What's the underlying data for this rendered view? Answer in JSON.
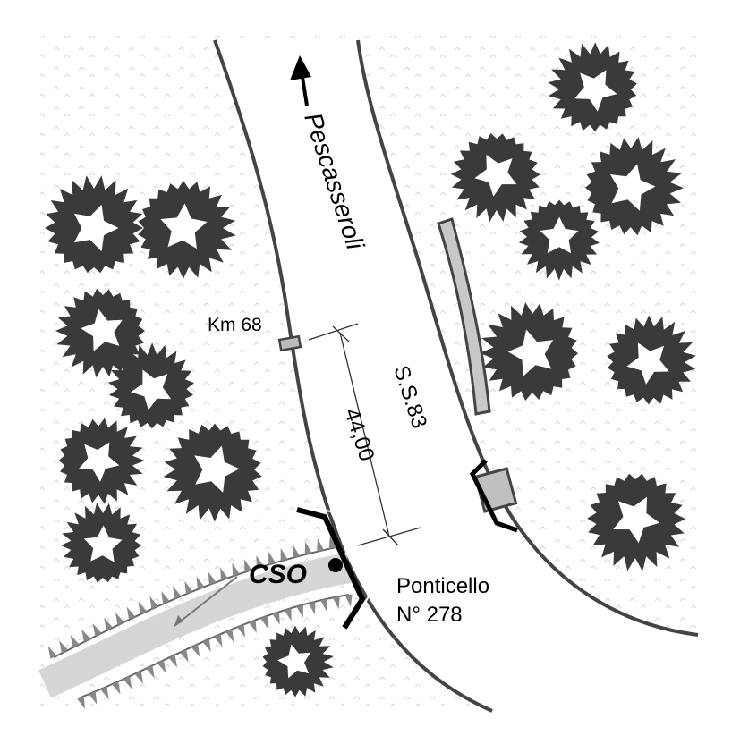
{
  "labels": {
    "direction": "Pescasseroli",
    "km_marker": "Km 68",
    "road_name": "S.S.83",
    "dimension": "44,00",
    "cso": "CSO",
    "bridge_name": "Ponticello",
    "bridge_number": "N° 278"
  },
  "colors": {
    "tree": "#3a3a3a",
    "stream": "#d6d6d6",
    "road_edge": "#444444",
    "wall": "#c8c8c8"
  }
}
